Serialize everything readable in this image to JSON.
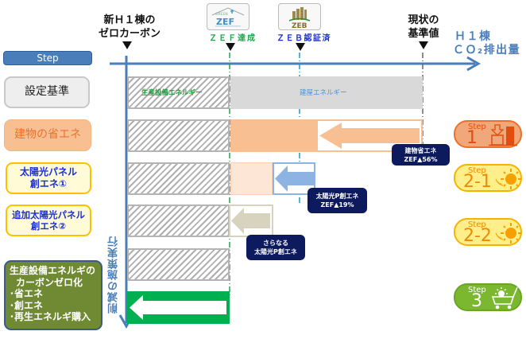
{
  "markers": {
    "new_zero_carbon": "新Ｈ１棟の\nゼロカーボン",
    "zef_logo_text": "ZEF",
    "zef_logo_sub": "GREEN",
    "zef_achieved": "ＺＥＦ達成",
    "zeb_logo_text": "ZEB",
    "zeb_certified": "ＺＥＢ認証済",
    "current_baseline": "現状の\n基準値"
  },
  "axes": {
    "x_label_line1": "Ｈ１棟",
    "x_label_line2": "ＣＯ₂排出量",
    "y_label": "削減の施策実行"
  },
  "left_labels": {
    "step": "Step",
    "baseline": "設定基準",
    "building_saving": "建物の省エネ",
    "solar1_line1": "太陽光パネル",
    "solar1_line2": "創エネ①",
    "solar2_line1": "追加太陽光パネル",
    "solar2_line2": "創エネ②",
    "production_line1": "生産設備エネルギの",
    "production_line2": "カーボンゼロ化",
    "production_item1": "･省エネ",
    "production_item2": "･創エネ",
    "production_item3": "･再生エネルギ購入"
  },
  "bars": {
    "production_energy": "生産設備エネルギー",
    "building_energy": "建屋エネルギー"
  },
  "callouts": {
    "building": {
      "line1": "建物省エネ",
      "line2": "ZEF▲56%"
    },
    "solar1": {
      "line1": "太陽光P創エネ",
      "line2": "ZEF▲19%"
    },
    "solar2": {
      "line1": "さらなる",
      "line2": "太陽光P創エネ"
    }
  },
  "badges": [
    {
      "step": "Step",
      "num": "1",
      "icon": "building-down-arrow-icon"
    },
    {
      "step": "Step",
      "num": "2-1",
      "icon": "sun-icon"
    },
    {
      "step": "Step",
      "num": "2-2",
      "icon": "sun-icon"
    },
    {
      "step": "Step",
      "num": "3",
      "icon": "shopping-cart-sun-icon"
    }
  ],
  "colors": {
    "axis_blue": "#4a7ebb",
    "zef_green": "#1ea64a",
    "zeb_blue": "#1a9ad6",
    "orange": "#f8bf93",
    "light_orange": "#fde6d6",
    "solar_blue": "#8db3e2",
    "khaki": "#d8d3be",
    "green": "#00b050",
    "navy": "#0d1b5e",
    "olive": "#6f8a32"
  }
}
